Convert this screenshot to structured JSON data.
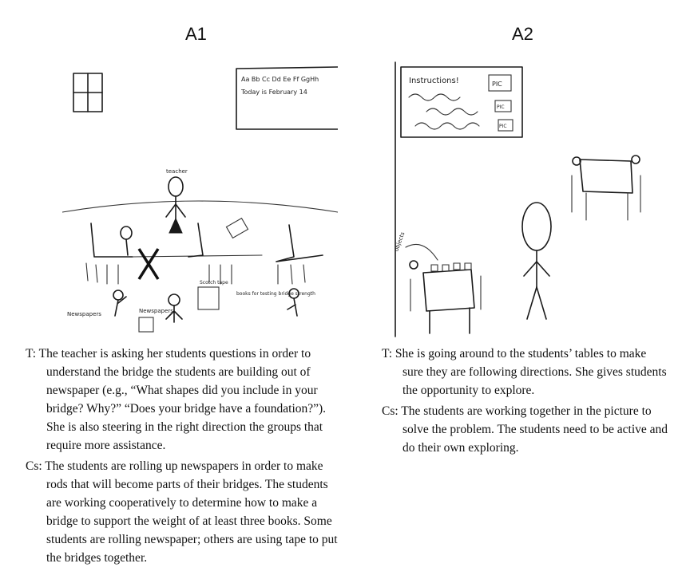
{
  "panels": [
    {
      "title": "A1",
      "drawing_labels": {
        "board_line1": "Aa Bb Cc Dd Ee Ff GgHh",
        "board_line2": "Today is February 14",
        "teacher": "teacher",
        "newspapers_left": "Newspapers",
        "newspapers_mid": "Newspapers",
        "tape": "Scotch tape",
        "books": "books for testing bridge strength"
      },
      "caption": [
        {
          "speaker": "T:",
          "text": "The teacher is asking her students questions in order to understand the bridge the students are building out of newspaper (e.g., “What shapes did you include in your bridge? Why?” “Does your bridge have a foundation?”). She is also steering in the right direction the groups that require more assistance."
        },
        {
          "speaker": "Cs:",
          "text": "The students are rolling up newspapers in order to make rods that will become parts of their bridges. The students are working cooperatively to determine how to make a bridge to support the weight of at least three books. Some students are rolling newspaper; others are using tape to put the bridges together."
        }
      ]
    },
    {
      "title": "A2",
      "drawing_labels": {
        "instructions": "Instructions!",
        "pic1": "PIC",
        "pic2": "PIC",
        "pic3": "PIC",
        "objects": "objects"
      },
      "caption": [
        {
          "speaker": "T:",
          "text": "She is going around to the students’ tables to make sure they are following directions. She gives students the opportunity to explore."
        },
        {
          "speaker": "Cs:",
          "text": "The students are working together in the picture to solve the problem. The students need to be active and do their own exploring."
        }
      ]
    }
  ]
}
